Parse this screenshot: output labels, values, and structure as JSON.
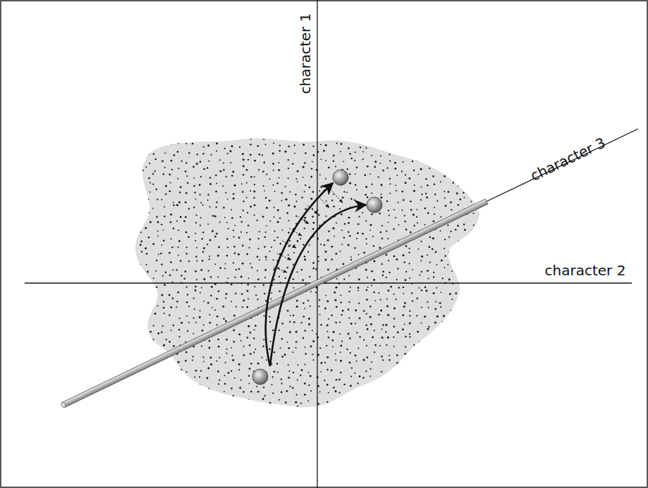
{
  "diagram": {
    "labels": [
      "character 1",
      "character 2",
      "character 3"
    ]
  }
}
